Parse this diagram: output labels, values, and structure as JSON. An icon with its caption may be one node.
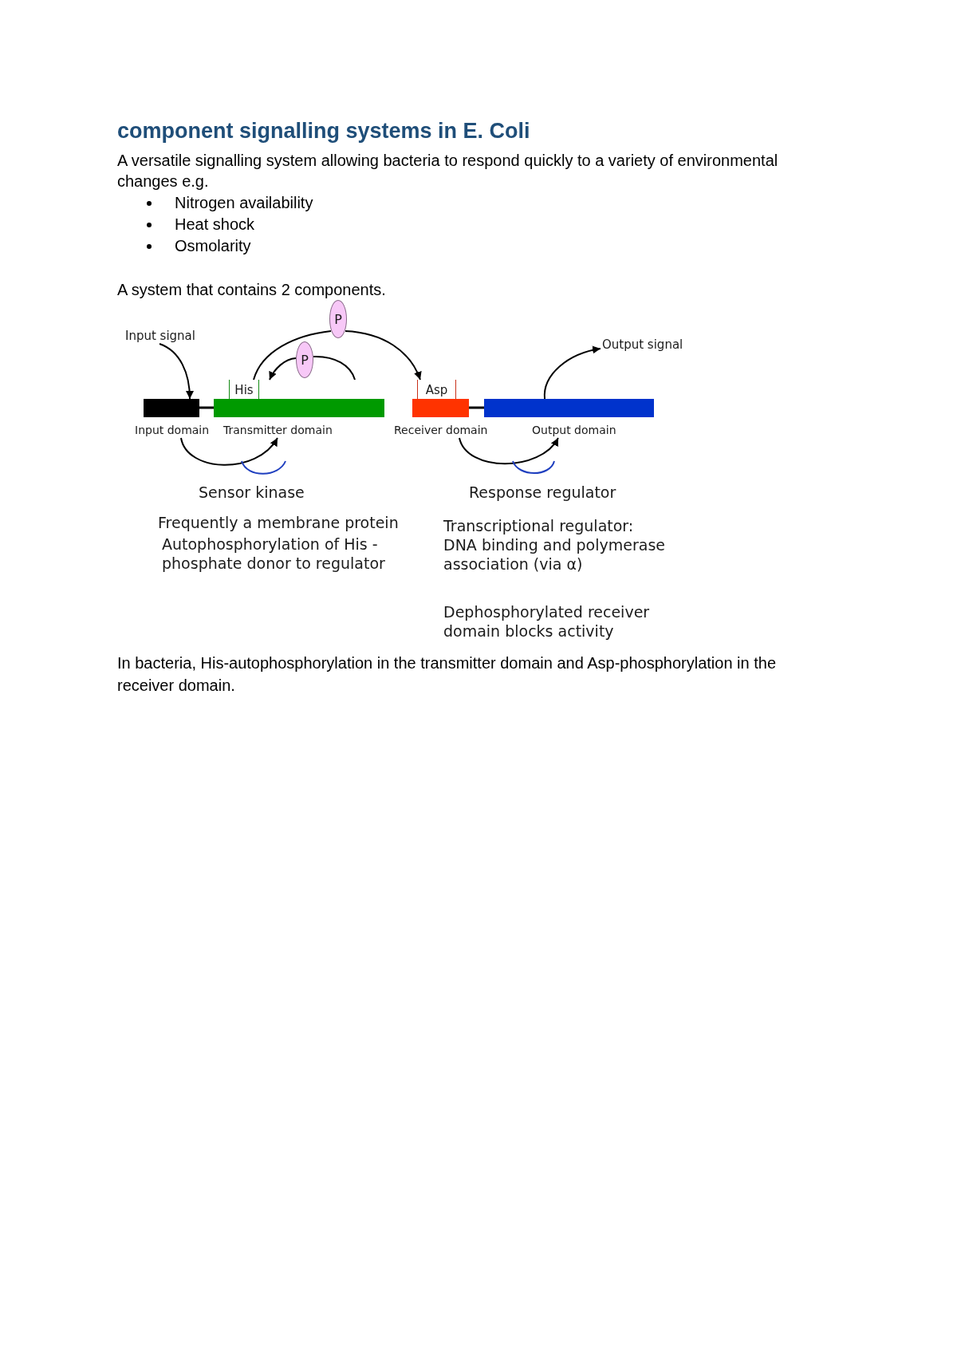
{
  "diagram": {
    "title": "component signalling systems in E. Coli",
    "nodes": [
      {
        "text": [
          "Input signal"
        ]
      },
      {
        "text": [
          "Output signal"
        ]
      },
      {
        "text": [
          "P"
        ]
      },
      {
        "text": [
          "P"
        ]
      },
      {
        "text": [
          "Input domain"
        ]
      },
      {
        "text": [
          "Transmitter domain"
        ],
        "beside": [
          "His"
        ]
      },
      {
        "text": [
          "Receiver domain"
        ],
        "beside": [
          "Asp"
        ]
      },
      {
        "text": [
          "Output domain"
        ]
      }
    ],
    "edges": [
      {
        "from": 0,
        "to": 4,
        "arrow": "to"
      },
      {
        "from": 4,
        "to": 5,
        "arrow": "none"
      },
      {
        "from": 5,
        "to": 2,
        "arrow": "none"
      },
      {
        "from": 2,
        "to": 6,
        "arrow": "to"
      },
      {
        "from": 5,
        "to": 3,
        "arrow": "none"
      },
      {
        "from": 3,
        "to": 5,
        "arrow": "to"
      },
      {
        "from": 4,
        "to": 5,
        "arrow": "to"
      },
      {
        "from": 6,
        "to": 7,
        "arrow": "none"
      },
      {
        "from": 6,
        "to": 7,
        "arrow": "to"
      },
      {
        "from": 7,
        "to": 1,
        "arrow": "to"
      }
    ],
    "labels": [
      "A versatile signalling system allowing bacteria to respond quickly to a variety of environmental changes e.g.",
      "Nitrogen availability",
      "Heat shock",
      "Osmolarity",
      "A system that contains 2 components.",
      "Sensor kinase",
      "Response regulator",
      "Frequently a membrane protein",
      "Autophosphorylation of His - phosphate donor to regulator",
      "Transcriptional regulator: DNA binding and polymerase association (via α)",
      "Dephosphorylated receiver domain blocks activity",
      "In bacteria, His-autophosphorylation in the transmitter domain and Asp-phosphorylation in the receiver domain."
    ]
  }
}
